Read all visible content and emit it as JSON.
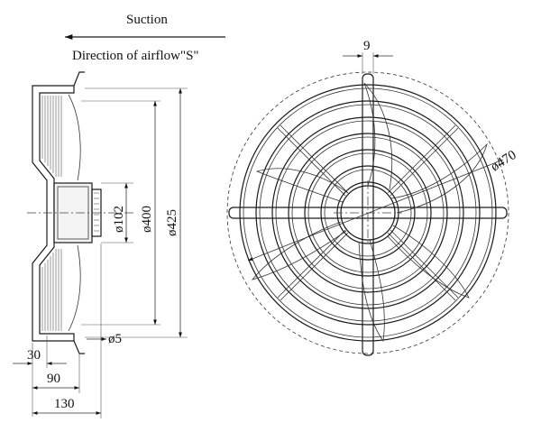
{
  "header": {
    "suction_label": "Suction",
    "airflow_label": "Direction of airflow\"S\""
  },
  "side_view": {
    "dimensions": {
      "hub_diameter": "ø102",
      "inner_diameter": "ø400",
      "outer_diameter": "ø425",
      "bolt_hole": "ø5",
      "depth_small": "30",
      "depth_mid": "90",
      "depth_total": "130"
    }
  },
  "front_view": {
    "dimensions": {
      "mount_width": "9",
      "guard_diameter": "ø470"
    }
  }
}
